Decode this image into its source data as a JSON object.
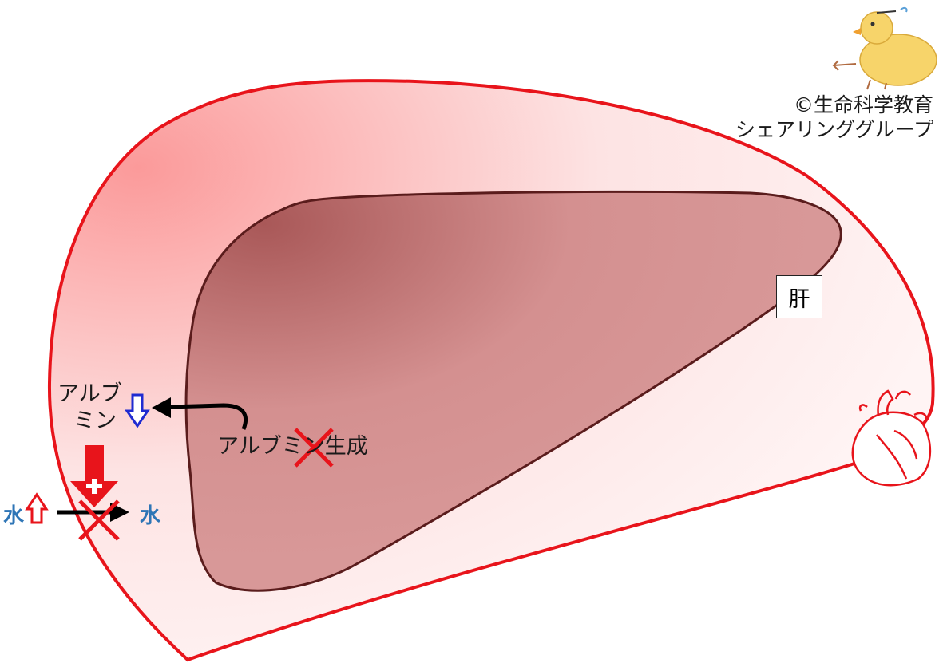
{
  "labels": {
    "liver": "肝",
    "albumin_left_line1": "アルブ",
    "albumin_left_line2": "ミン",
    "albumin_synthesis": "アルブミン生成",
    "water_left": "水",
    "water_right": "水",
    "plus_sign": "+"
  },
  "copyright": {
    "line1": "©生命科学教育",
    "line2": "シェアリンググループ"
  },
  "icons": [
    "chick-mascot-icon",
    "heart-icon",
    "cross-mark-icon",
    "arrow-icon"
  ],
  "colors": {
    "cavity_outline": "#e8141b",
    "cavity_fill": "#fdd6d6",
    "liver_fill": "#d08a8a",
    "liver_outline": "#5a1c1c",
    "cross": "#e8141b",
    "water_text": "#2e75b6",
    "albumin_down_arrow": "#1f2bd1"
  }
}
